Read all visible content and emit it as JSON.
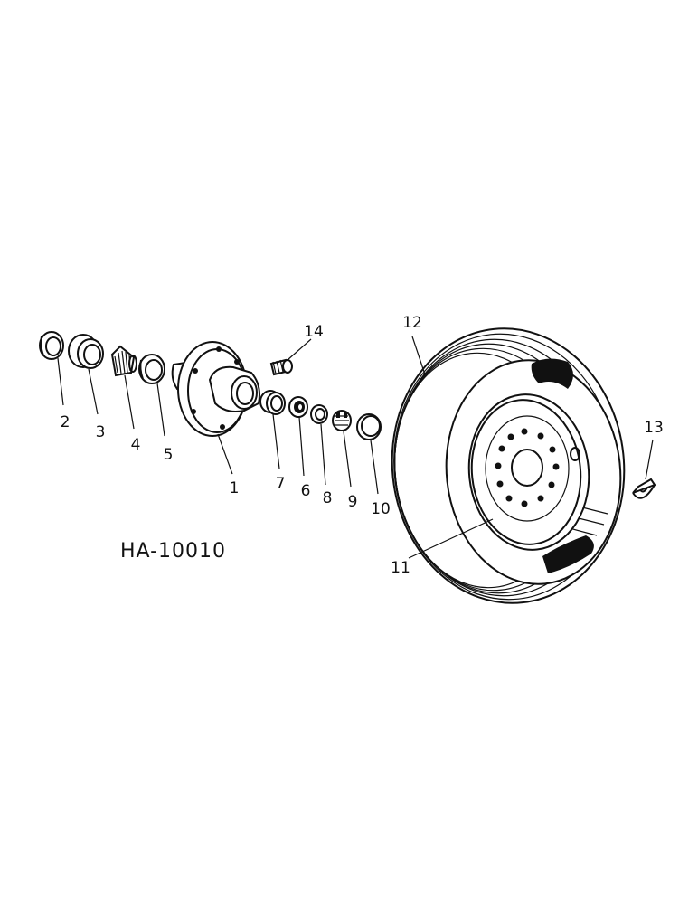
{
  "diagram": {
    "drawing_code": "HA-10010",
    "callouts": [
      {
        "id": "c1",
        "text": "1"
      },
      {
        "id": "c2",
        "text": "2"
      },
      {
        "id": "c3",
        "text": "3"
      },
      {
        "id": "c4",
        "text": "4"
      },
      {
        "id": "c5",
        "text": "5"
      },
      {
        "id": "c6",
        "text": "6"
      },
      {
        "id": "c7",
        "text": "7"
      },
      {
        "id": "c8",
        "text": "8"
      },
      {
        "id": "c9",
        "text": "9"
      },
      {
        "id": "c10",
        "text": "10"
      },
      {
        "id": "c11",
        "text": "11"
      },
      {
        "id": "c12",
        "text": "12"
      },
      {
        "id": "c13",
        "text": "13"
      },
      {
        "id": "c14",
        "text": "14"
      }
    ]
  }
}
